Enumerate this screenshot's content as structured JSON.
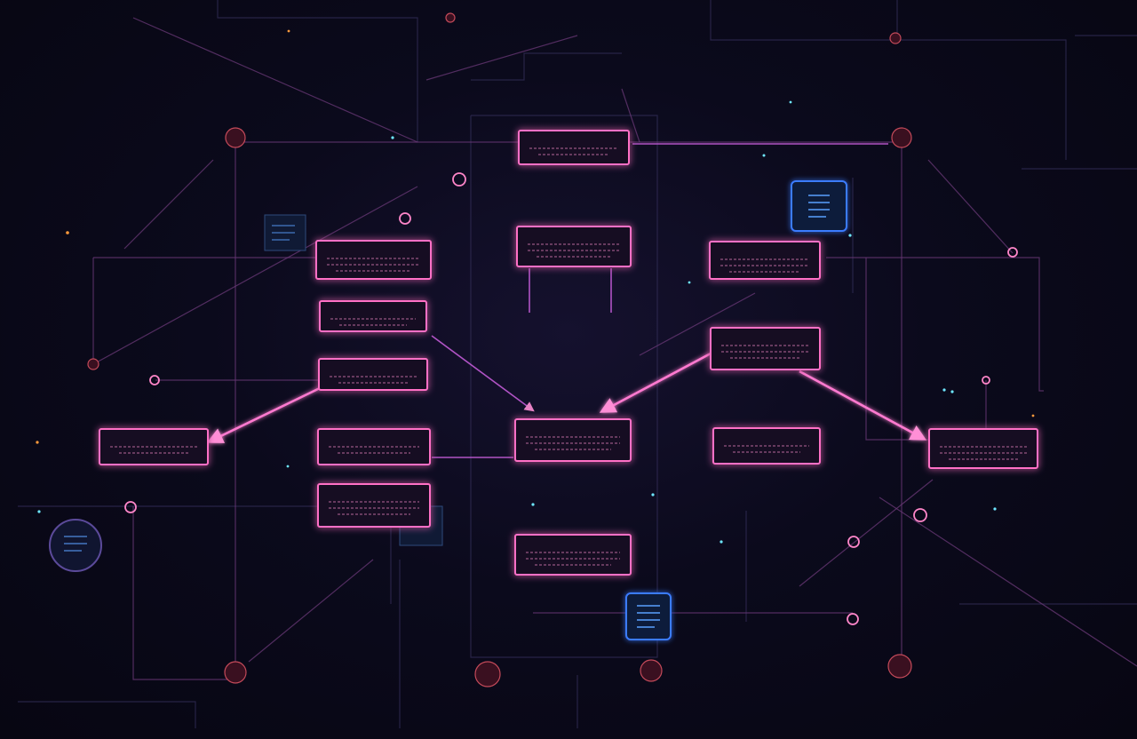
{
  "nodes": [
    {
      "id": "n1",
      "title": ""
    },
    {
      "id": "n2",
      "title": ""
    },
    {
      "id": "n3",
      "title": ""
    },
    {
      "id": "n4",
      "title": ""
    },
    {
      "id": "n5",
      "title": ""
    },
    {
      "id": "n6",
      "title": ""
    },
    {
      "id": "n7",
      "title": ""
    },
    {
      "id": "n8",
      "title": ""
    },
    {
      "id": "n9",
      "title": ""
    },
    {
      "id": "n10",
      "title": ""
    },
    {
      "id": "n11",
      "title": ""
    },
    {
      "id": "n12",
      "title": ""
    },
    {
      "id": "n13",
      "title": ""
    },
    {
      "id": "n14",
      "title": ""
    }
  ],
  "edges": [
    {
      "from": "n2",
      "to": "n1"
    },
    {
      "from": "n4",
      "to": "n3"
    },
    {
      "from": "n5",
      "to": "n4"
    },
    {
      "from": "n7",
      "to": "n5"
    },
    {
      "from": "n5",
      "to": "n6"
    },
    {
      "from": "n7",
      "to": "n8"
    },
    {
      "from": "n4",
      "to": "n8"
    },
    {
      "from": "n11",
      "to": "n8"
    },
    {
      "from": "n8",
      "to": "n13"
    },
    {
      "from": "n8",
      "to": "n12"
    },
    {
      "from": "n10",
      "to": "n11"
    },
    {
      "from": "n11",
      "to": "n12"
    },
    {
      "from": "n11",
      "to": "n14"
    }
  ],
  "colors": {
    "background": "#0b0a1c",
    "node_stroke": "#ff6fc6",
    "connector": "#ff7ad0",
    "accent_blue": "#3b7bff"
  },
  "icons": [
    "document-icon",
    "document-icon",
    "document-icon",
    "document-icon",
    "document-icon"
  ]
}
